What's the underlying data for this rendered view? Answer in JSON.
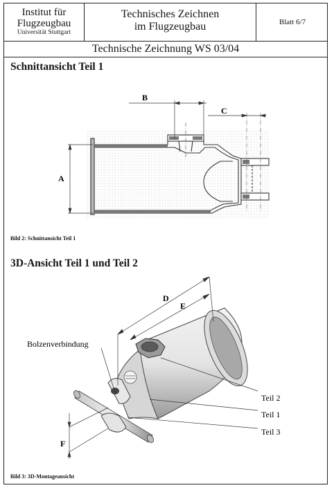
{
  "header": {
    "institute_line1": "Institut für",
    "institute_line2": "Flugzeugbau",
    "university": "Universität Stuttgart",
    "title_line1": "Technisches Zeichnen",
    "title_line2": "im Flugzeugbau",
    "sheet": "Blatt 6/7"
  },
  "subtitle": "Technische Zeichnung WS 03/04",
  "section1": {
    "heading": "Schnittansicht Teil 1",
    "dims": {
      "a": "A",
      "b": "B",
      "c": "C"
    },
    "caption": "Bild 2: Schnittansicht Teil 1"
  },
  "section2": {
    "heading": "3D-Ansicht Teil 1 und Teil 2",
    "dims": {
      "d": "D",
      "e": "E",
      "f": "F"
    },
    "labels": {
      "bolt": "Bolzenverbindung",
      "part2": "Teil 2",
      "part1": "Teil 1",
      "part3": "Teil 3"
    },
    "caption": "Bild 3: 3D-Montageansicht"
  }
}
